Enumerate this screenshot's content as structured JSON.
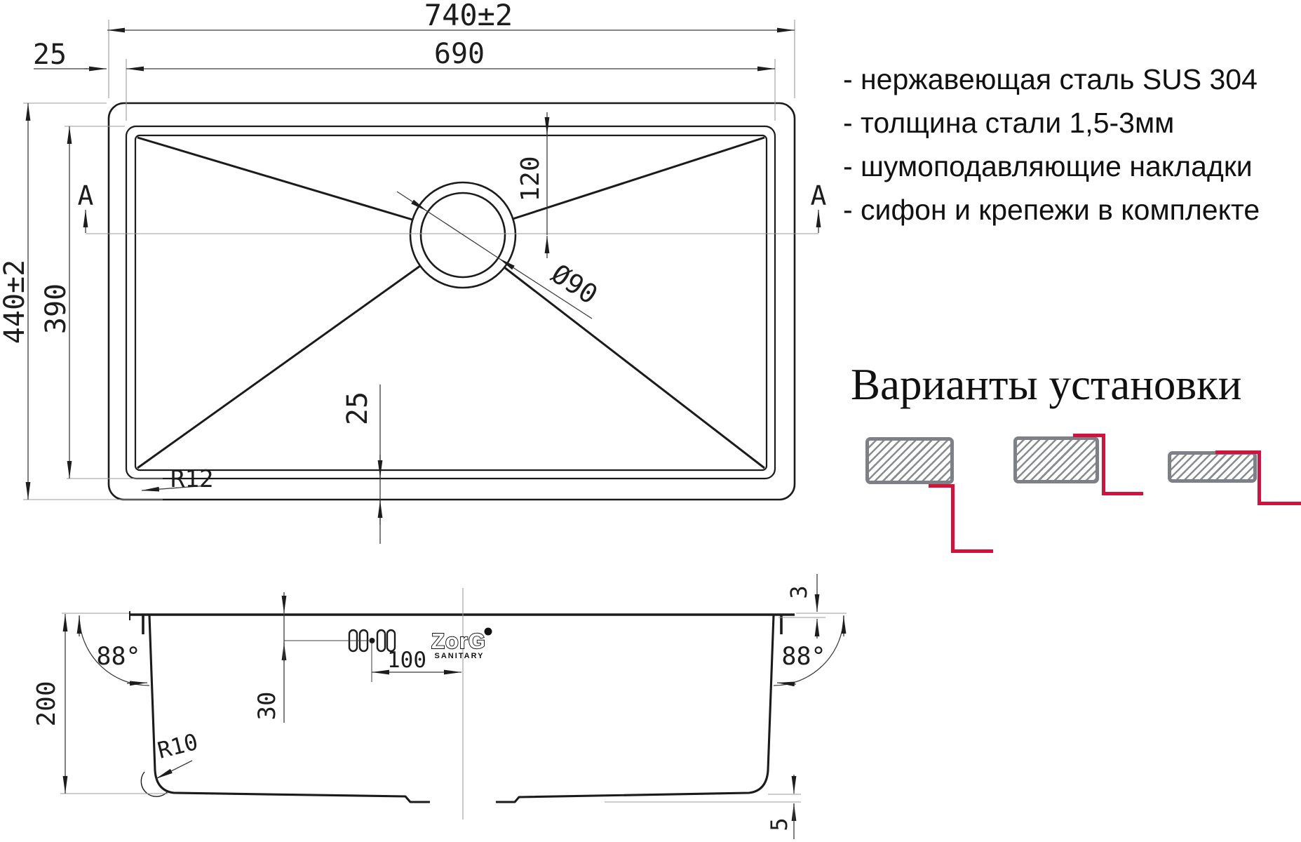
{
  "top_view": {
    "dim_width_total": "740±2",
    "dim_width_bowl": "690",
    "dim_rim_left": "25",
    "dim_height_total": "440±2",
    "dim_height_bowl": "390",
    "dim_drain_from_top": "120",
    "dim_drain_diameter": "Ø90",
    "dim_rim_bottom": "25",
    "dim_corner_radius": "R12",
    "section_marker_left": "A",
    "section_marker_right": "A"
  },
  "features": {
    "items": [
      "- нержавеющая сталь SUS 304",
      "- толщина стали 1,5-3мм",
      "- шумоподавляющие накладки",
      "- сифон и крепежи в комплекте"
    ]
  },
  "installation": {
    "title": "Варианты установки"
  },
  "section_view": {
    "dim_depth": "200",
    "dim_wall_angle_left": "88°",
    "dim_wall_angle_right": "88°",
    "dim_bottom_radius": "R10",
    "dim_holes_from_rim": "30",
    "dim_holes_to_center": "100",
    "dim_steel_thickness": "3",
    "dim_drain_recess": "5"
  },
  "logo": {
    "brand": "ZorG",
    "subtitle": "SANITARY"
  },
  "colors": {
    "object_line": "#1b1b1b",
    "dimension_line": "#3c3c3c",
    "extension_line": "#9b9b9b",
    "accent_red": "#d2123c",
    "diagram_gray": "#7d8187"
  }
}
